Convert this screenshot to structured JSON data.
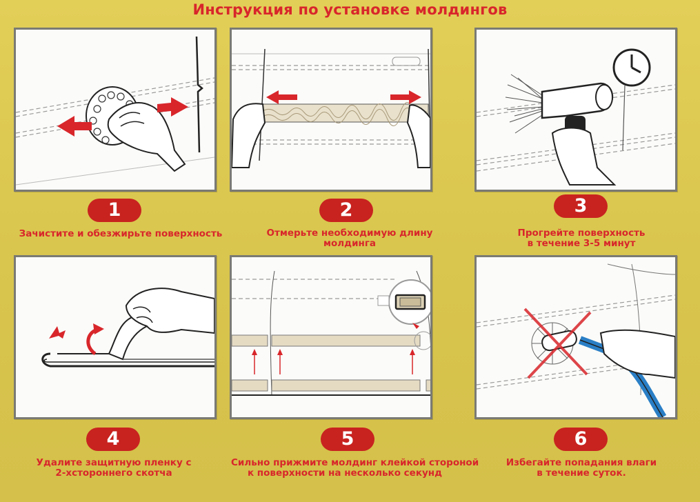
{
  "title": "Инструкция по установке молдингов",
  "steps": [
    {
      "number": "1",
      "lines": [
        "Зачистите и обезжирьте поверхность"
      ]
    },
    {
      "number": "2",
      "lines": [
        "Отмерьте необходимую длину",
        "молдинга"
      ]
    },
    {
      "number": "3",
      "lines": [
        "Прогрейте поверхность",
        "в течение 3-5 минут"
      ]
    },
    {
      "number": "4",
      "lines": [
        "Удалите защитную пленку с",
        "2-хстороннего скотча"
      ]
    },
    {
      "number": "5",
      "lines": [
        "Сильно прижмите молдинг клейкой стороной",
        "к поверхности на несколько секунд"
      ]
    },
    {
      "number": "6",
      "lines": [
        "Избегайте попадания влаги",
        "в течение суток."
      ]
    }
  ],
  "colors": {
    "accent_red": "#d8262b",
    "badge_red": "#c8231f",
    "background_yellow": "#ddc951",
    "panel_border": "#7a7a74"
  },
  "icons": [
    "sponge-hand-icon",
    "measuring-hands-icon",
    "hair-dryer-icon",
    "clock-icon",
    "peeling-film-icon",
    "pressing-molding-icon",
    "magnifier-icon",
    "water-hose-icon",
    "cross-out-icon"
  ]
}
